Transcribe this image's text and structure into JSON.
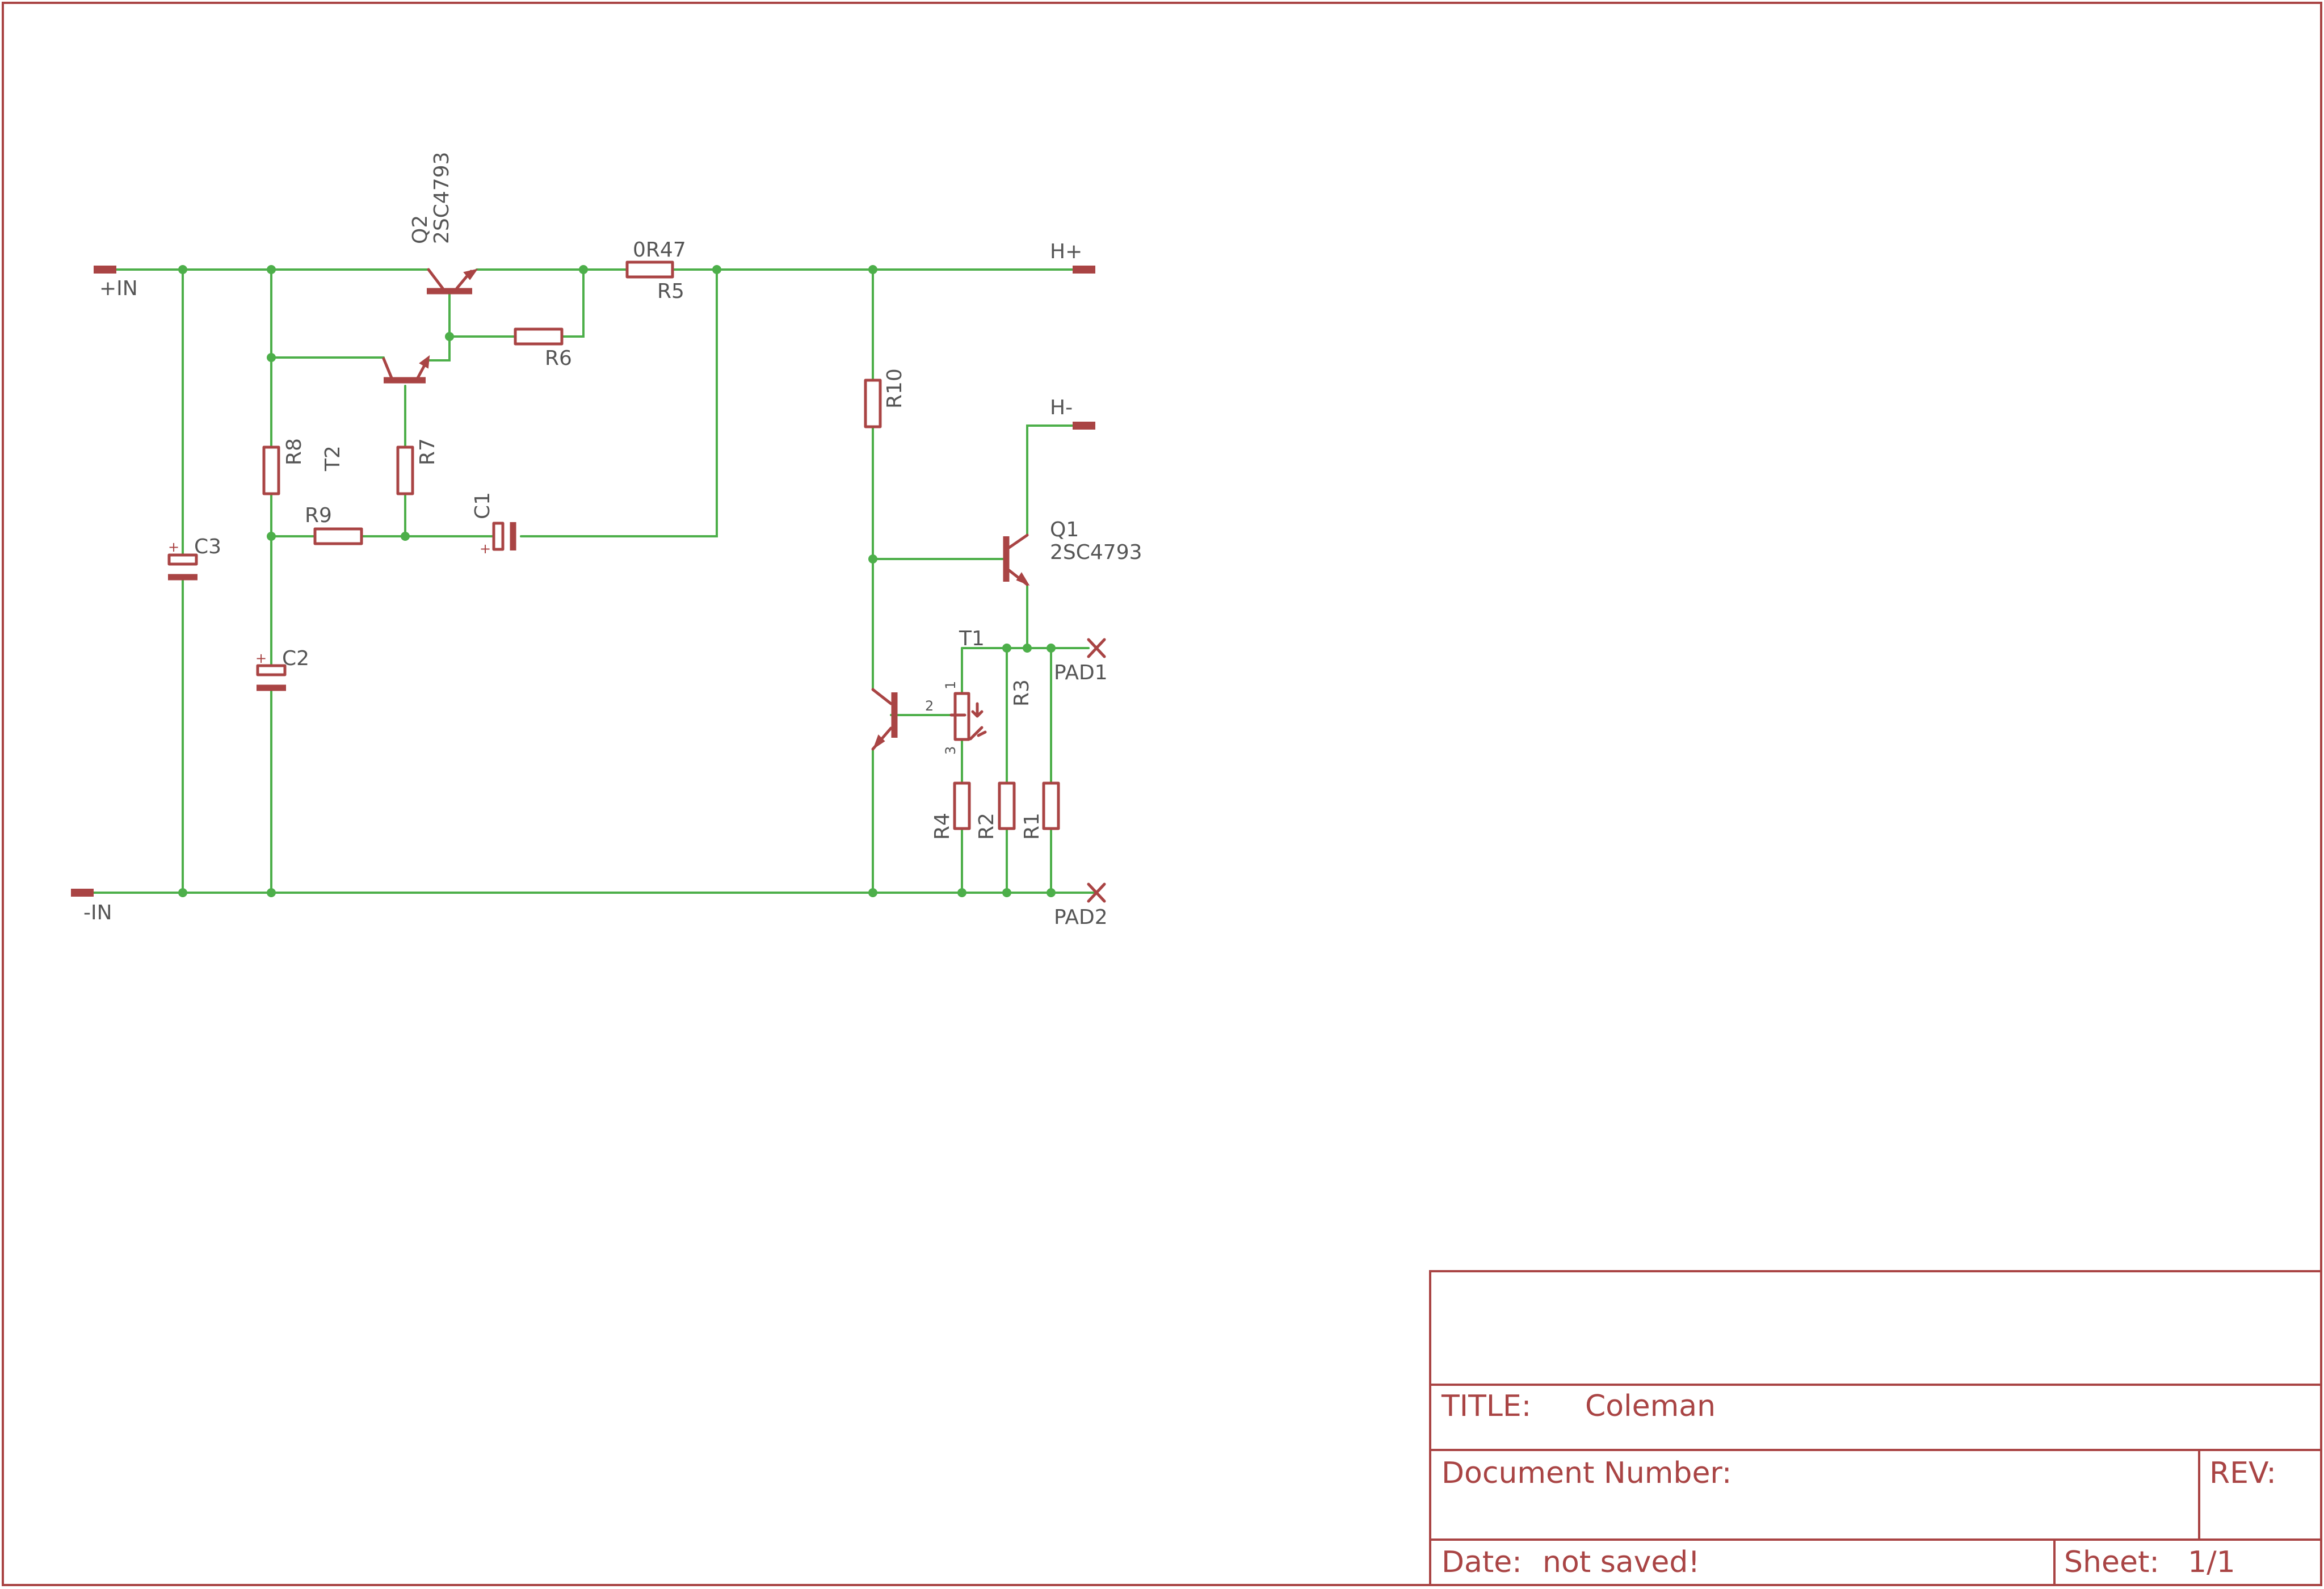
{
  "schematic": {
    "ports": {
      "in_pos": "+IN",
      "in_neg": "-IN",
      "out_pos": "H+",
      "out_neg": "H-",
      "pad1": "PAD1",
      "pad2": "PAD2"
    },
    "components": {
      "q1": {
        "ref": "Q1",
        "value": "2SC4793"
      },
      "q2": {
        "ref": "Q2",
        "value": "2SC4793"
      },
      "t1": {
        "ref": "T1"
      },
      "t2": {
        "ref": "T2"
      },
      "c1": {
        "ref": "C1"
      },
      "c2": {
        "ref": "C2"
      },
      "c3": {
        "ref": "C3"
      },
      "r1": {
        "ref": "R1"
      },
      "r2": {
        "ref": "R2"
      },
      "r3": {
        "ref": "R3"
      },
      "r4": {
        "ref": "R4"
      },
      "r5": {
        "ref": "R5",
        "value": "0R47"
      },
      "r6": {
        "ref": "R6"
      },
      "r7": {
        "ref": "R7"
      },
      "r8": {
        "ref": "R8"
      },
      "r9": {
        "ref": "R9"
      },
      "r10": {
        "ref": "R10"
      }
    },
    "trimmer_pins": {
      "p1": "1",
      "p2": "2",
      "p3": "3"
    },
    "cap_polarity_mark": "+"
  },
  "title_block": {
    "title_label": "TITLE:",
    "title_value": "Coleman",
    "doc_number_label": "Document Number:",
    "rev_label": "REV:",
    "date_label": "Date:",
    "date_value": "not saved!",
    "sheet_label": "Sheet:",
    "sheet_value": "1/1"
  },
  "colors": {
    "wire": "#4daf4a",
    "symbol": "#a94444",
    "text": "#555555",
    "background": "#ffffff"
  }
}
